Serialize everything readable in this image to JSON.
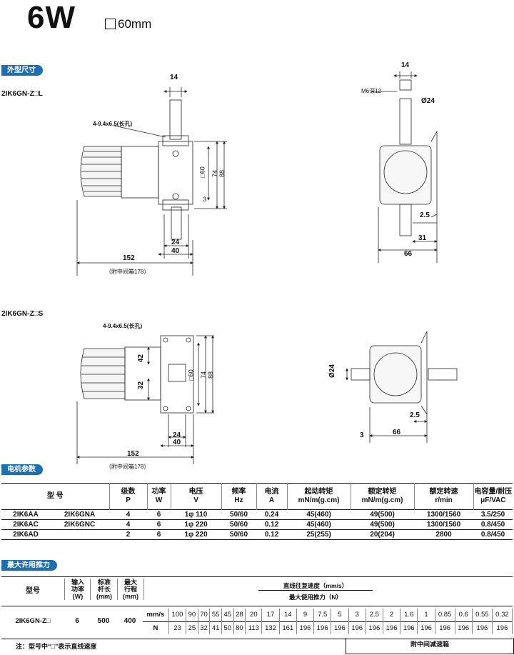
{
  "header": {
    "title": "6W",
    "size": "60mm"
  },
  "sections": {
    "dimensions": "外型尺寸",
    "motor_params": "电机参数",
    "max_thrust": "最大许用推力"
  },
  "drawing_l": {
    "model": "2IK6GN-Z□L",
    "dim_14_top": "14",
    "hole_note": "4-9.4x6.5(长孔)",
    "dim_60": "□60",
    "dim_74": "74",
    "dim_88": "88",
    "dim_3": "3",
    "dim_24": "24",
    "dim_40": "40",
    "dim_152": "152",
    "note_178": "（附中间箱178）",
    "side_14": "14",
    "side_m6": "M6深12",
    "side_d24": "Ø24",
    "side_25": "2.5",
    "side_31": "31",
    "side_66": "66"
  },
  "drawing_s": {
    "model": "2IK6GN-Z□S",
    "hole_note": "4-9.4x6.5(长孔)",
    "dim_42": "42",
    "dim_32": "32",
    "dim_60": "□60",
    "dim_74": "74",
    "dim_88": "88",
    "dim_24": "24",
    "dim_40": "40",
    "dim_152": "152",
    "note_178": "（附中间箱178）",
    "side_d24": "Ø24",
    "side_25": "2.5",
    "side_3": "3",
    "side_66": "66"
  },
  "params_table": {
    "headers": {
      "model": "型 号",
      "poles": "级数",
      "poles_u": "P",
      "power": "功率",
      "power_u": "W",
      "voltage": "电压",
      "voltage_u": "V",
      "freq": "频率",
      "freq_u": "Hz",
      "current": "电流",
      "current_u": "A",
      "start_torque": "起动转矩",
      "start_torque_u": "mN/m(g.cm)",
      "rated_torque": "额定转矩",
      "rated_torque_u": "mN/m(g.cm)",
      "rated_speed": "额定转速",
      "rated_speed_u": "r/min",
      "cap": "电容量/耐压",
      "cap_u": "μF/VAC"
    },
    "rows": [
      {
        "m1": "2IK6AA",
        "m2": "2IK6GNA",
        "p": "4",
        "w": "6",
        "v": "1φ 110",
        "hz": "50/60",
        "a": "0.24",
        "st": "45(460)",
        "rt": "49(500)",
        "rs": "1300/1560",
        "cap": "3.5/250"
      },
      {
        "m1": "2IK6AC",
        "m2": "2IK6GNC",
        "p": "4",
        "w": "6",
        "v": "1φ 220",
        "hz": "50/60",
        "a": "0.12",
        "st": "45(460)",
        "rt": "49(500)",
        "rs": "1300/1560",
        "cap": "0.8/450"
      },
      {
        "m1": "2IK6AD",
        "m2": "",
        "p": "2",
        "w": "6",
        "v": "1φ 220",
        "hz": "50/60",
        "a": "0.12",
        "st": "25(255)",
        "rt": "20(204)",
        "rs": "2800",
        "cap": "0.8/450"
      }
    ]
  },
  "thrust_table": {
    "h_model": "型号",
    "h_power": "输入\n功率\n(W)",
    "h_stroke": "标准\n杆长\n(mm)",
    "h_max": "最大\n行程\n(mm)",
    "h_speed": "直线往复速度（mm/s）",
    "h_thrust": "最大使用推力（N）",
    "model": "2IK6GN-Z□",
    "power": "6",
    "stroke": "500",
    "max_stroke": "400",
    "unit_speed": "mm/s",
    "unit_force": "N",
    "speeds": [
      "100",
      "90",
      "70",
      "55",
      "45",
      "28",
      "20",
      "17",
      "14",
      "9",
      "7.5",
      "5",
      "3",
      "2.5",
      "2",
      "1.6",
      "1",
      "0.85",
      "0.6",
      "0.55",
      "0.32"
    ],
    "forces": [
      "23",
      "25",
      "32",
      "41",
      "50",
      "80",
      "113",
      "132",
      "161",
      "196",
      "196",
      "196",
      "196",
      "196",
      "196",
      "196",
      "196",
      "196",
      "196",
      "196",
      "196"
    ],
    "note": "注：型号中“□”表示直线速度",
    "footer": "附中间减速箱"
  }
}
